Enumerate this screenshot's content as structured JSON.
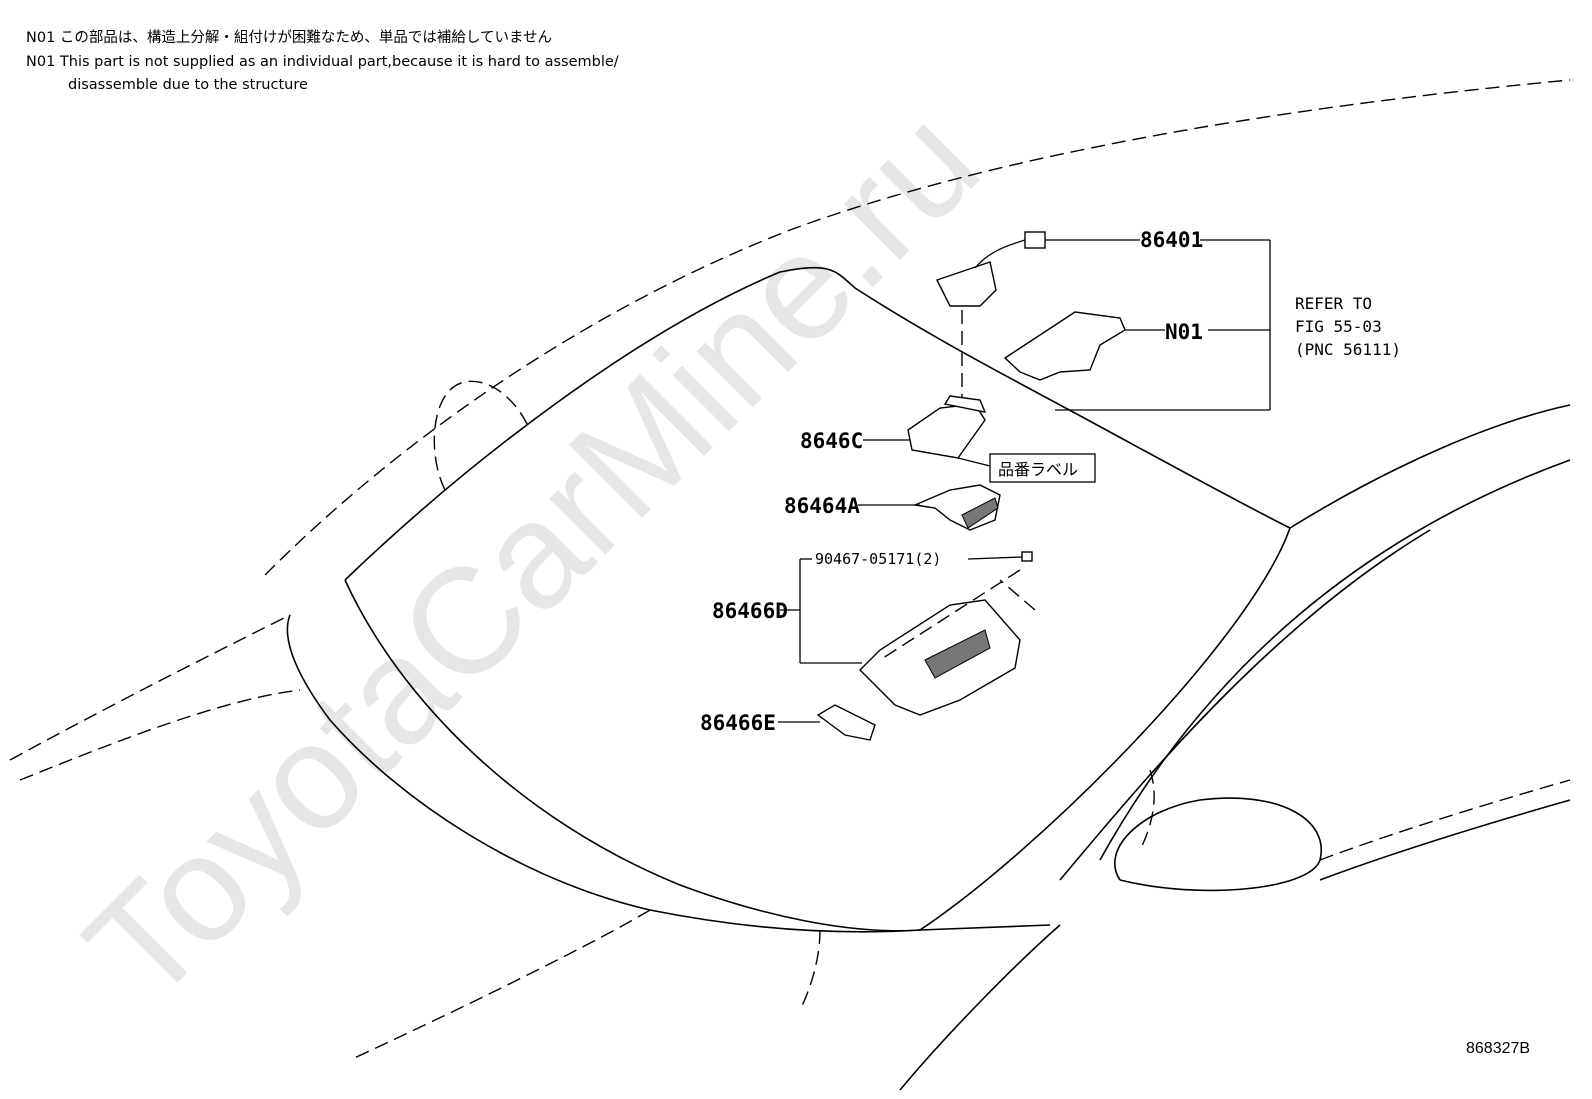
{
  "notes": {
    "jp": "N01 この部品は、構造上分解・組付けが困難なため、単品では補給していません",
    "en1": "N01 This part is not supplied as an individual part,because it is hard to assemble/",
    "en2": "disassemble due to the structure"
  },
  "callouts": {
    "p86401": "86401",
    "n01": "N01",
    "p8646c": "8646C",
    "p86464a": "86464A",
    "p90467": "90467-05171(2)",
    "p86466d": "86466D",
    "p86466e": "86466E",
    "label_box": "品番ラベル"
  },
  "refer": {
    "line1": "REFER TO",
    "line2": "FIG 55-03",
    "line3": "(PNC 56111)"
  },
  "watermark": "ToyotaCarMine.ru",
  "diagram_code": "868327B"
}
